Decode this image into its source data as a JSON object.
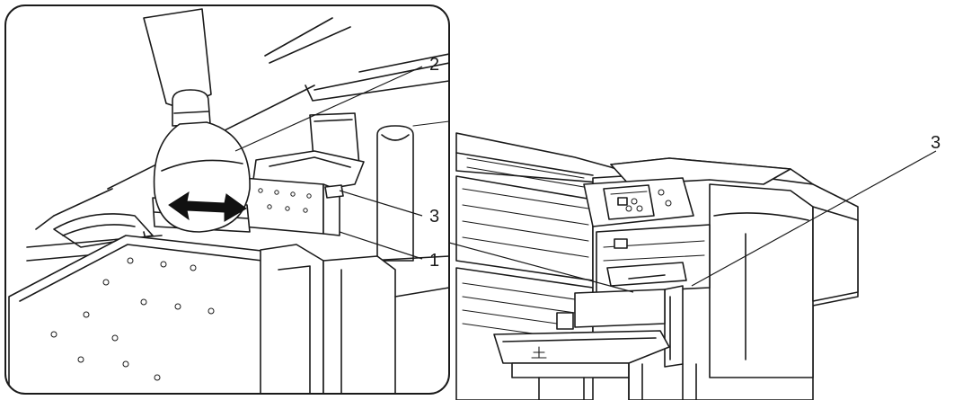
{
  "detail_view": {
    "callouts": [
      {
        "id": "c2",
        "label": "2"
      },
      {
        "id": "c3",
        "label": "3"
      },
      {
        "id": "c1",
        "label": "1"
      }
    ]
  },
  "printer_view": {
    "callouts": [
      {
        "id": "c3",
        "label": "3"
      }
    ]
  },
  "icons": {
    "swab": "cleaning-swab-icon",
    "motion": "double-arrow-icon"
  }
}
